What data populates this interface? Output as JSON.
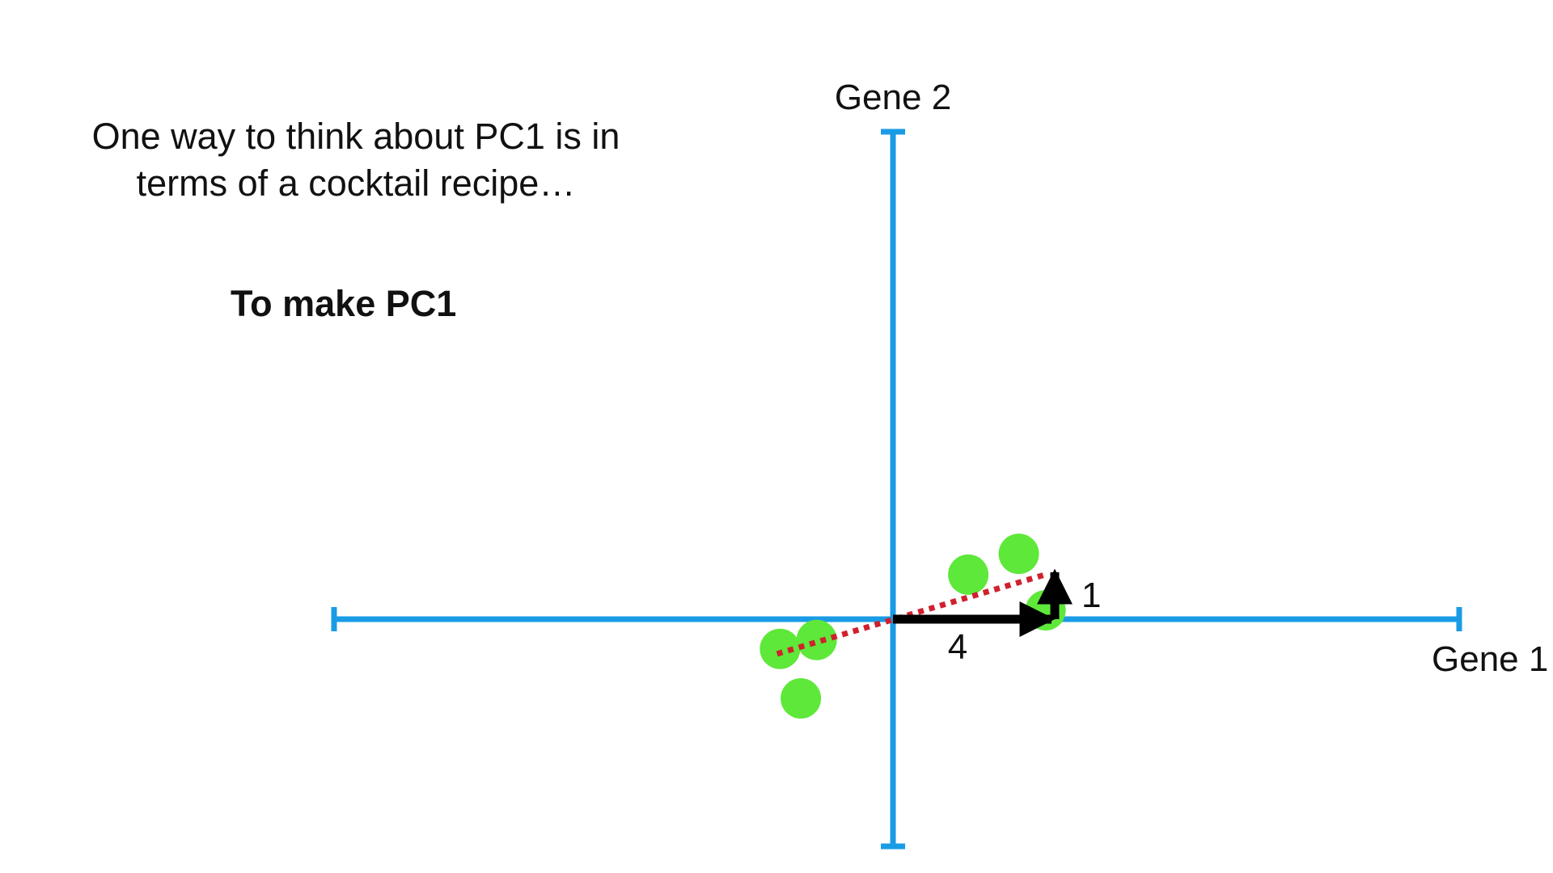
{
  "text": {
    "intro_line1": "One way to think about PC1 is in",
    "intro_line2": "terms of a cocktail recipe…",
    "heading": "To make PC1"
  },
  "axes": {
    "x_label": "Gene 1",
    "y_label": "Gene 2",
    "color": "#1a9be6"
  },
  "points": {
    "color": "#5ee83a",
    "items": [
      {
        "gene1": -11.4,
        "gene2": -3.0
      },
      {
        "gene1": -9.3,
        "gene2": -8.0
      },
      {
        "gene1": -7.7,
        "gene2": -2.1
      },
      {
        "gene1": 7.6,
        "gene2": 4.5
      },
      {
        "gene1": 12.7,
        "gene2": 6.6
      },
      {
        "gene1": 15.4,
        "gene2": 0.9
      }
    ]
  },
  "pc1_line": {
    "color": "#d0202e",
    "from": {
      "gene1": -11.7,
      "gene2": -3.5
    },
    "to": {
      "gene1": 15.7,
      "gene2": 4.6
    }
  },
  "arrows": {
    "color": "#000000",
    "gene1_amount": "4",
    "gene2_amount": "1"
  }
}
